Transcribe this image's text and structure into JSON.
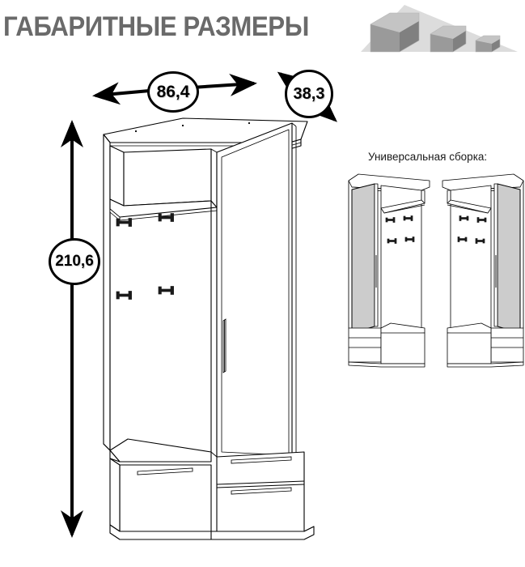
{
  "header": {
    "title": "ГАБАРИТНЫЕ РАЗМЕРЫ",
    "logo_name": "decreasing-boxes-logo",
    "title_color": "#6a6a6a",
    "logo_colors": {
      "box_front": "#9a9a9a",
      "box_top": "#c4c4c4",
      "box_side": "#808080",
      "ramp": "#dcdcdc"
    }
  },
  "dimensions": {
    "width": {
      "value": "86,4",
      "label": "width-dimension",
      "orientation": "horizontal",
      "unit": "cm"
    },
    "depth": {
      "value": "38,3",
      "label": "depth-dimension",
      "orientation": "diagonal",
      "unit": "cm"
    },
    "height": {
      "value": "210,6",
      "label": "height-dimension",
      "orientation": "vertical",
      "unit": "cm"
    }
  },
  "main_drawing": {
    "name": "hallway-unit-main-view",
    "description": "Прихожая: шкаф с дверью, открытая полка, крючки, скамья и ящики",
    "parts": {
      "top_open_shelf": "открытая полка для головных уборов",
      "hooks_count": 4,
      "tall_door": "дверь шкафа",
      "bench": "скамья",
      "drawers_count": 2,
      "plinth": "цоколь"
    }
  },
  "assembly": {
    "caption": "Универсальная сборка:",
    "variants": [
      {
        "name": "assembly-variant-left",
        "mirror_side": "left",
        "description": "Зеркальная дверь слева"
      },
      {
        "name": "assembly-variant-right",
        "mirror_side": "right",
        "description": "Зеркальная дверь справа"
      }
    ],
    "mirror_color": "#cccccc"
  }
}
